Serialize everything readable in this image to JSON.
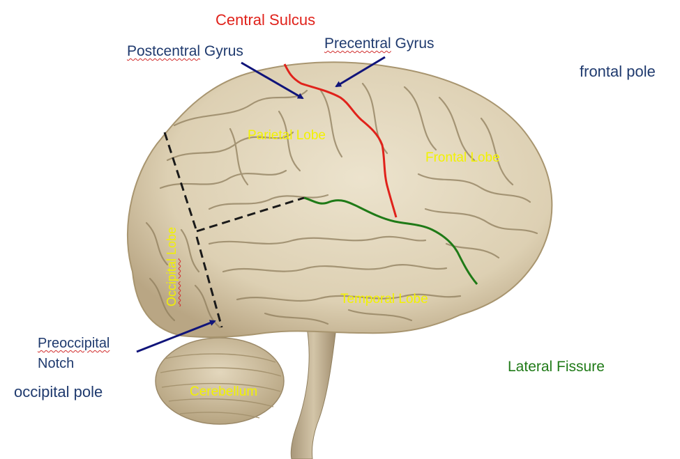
{
  "labels": {
    "central_sulcus": "Central Sulcus",
    "postcentral_gyrus_a": "Postcentral",
    "postcentral_gyrus_b": " Gyrus",
    "precentral_gyrus_a": "Precentral",
    "precentral_gyrus_b": " Gyrus",
    "frontal_pole": "frontal pole",
    "parietal_lobe": "Parietal Lobe",
    "frontal_lobe": "Frontal Lobe",
    "occipital_lobe_a": "Occipital",
    "occipital_lobe_b": " Lobe",
    "temporal_lobe": "Temporal Lobe",
    "preoccipital": "Preoccipital",
    "notch": "Notch",
    "occipital_pole": "occipital pole",
    "cerebellum": "Cerebellum",
    "lateral_fissure": "Lateral Fissure"
  },
  "colors": {
    "label_blue": "#1f3a6e",
    "label_yellow": "#f2f200",
    "central_sulcus_red": "#e0221b",
    "lateral_fissure_green": "#1f7a17",
    "arrow_navy": "#10147a",
    "brain_tissue": "#e3d8bf",
    "sulcus_shadow": "#8f7e5d"
  }
}
